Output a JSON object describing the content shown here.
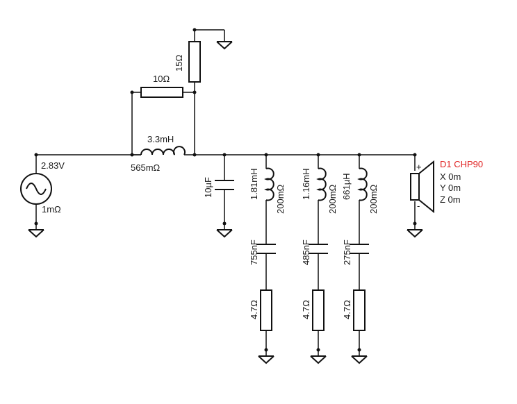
{
  "source": {
    "voltage": "2.83V",
    "resistance": "1mΩ"
  },
  "series_inductor": {
    "value": "3.3mH",
    "resistance": "565mΩ"
  },
  "series_resistor": "10Ω",
  "shunt_resistor": "15Ω",
  "shunt_capacitor": "10µF",
  "notches": [
    {
      "inductor": "1.81mH",
      "inductor_resistance": "200mΩ",
      "capacitor": "755nF",
      "resistor": "4.7Ω"
    },
    {
      "inductor": "1.16mH",
      "inductor_resistance": "200mΩ",
      "capacitor": "485nF",
      "resistor": "4.7Ω"
    },
    {
      "inductor": "661µH",
      "inductor_resistance": "200mΩ",
      "capacitor": "275nF",
      "resistor": "4.7Ω"
    }
  ],
  "driver": {
    "name": "D1 CHP90",
    "x": "X 0m",
    "y": "Y 0m",
    "z": "Z 0m",
    "plus": "+",
    "minus": "-"
  },
  "colors": {
    "driver_label": "#e02020",
    "wire": "#111111"
  }
}
